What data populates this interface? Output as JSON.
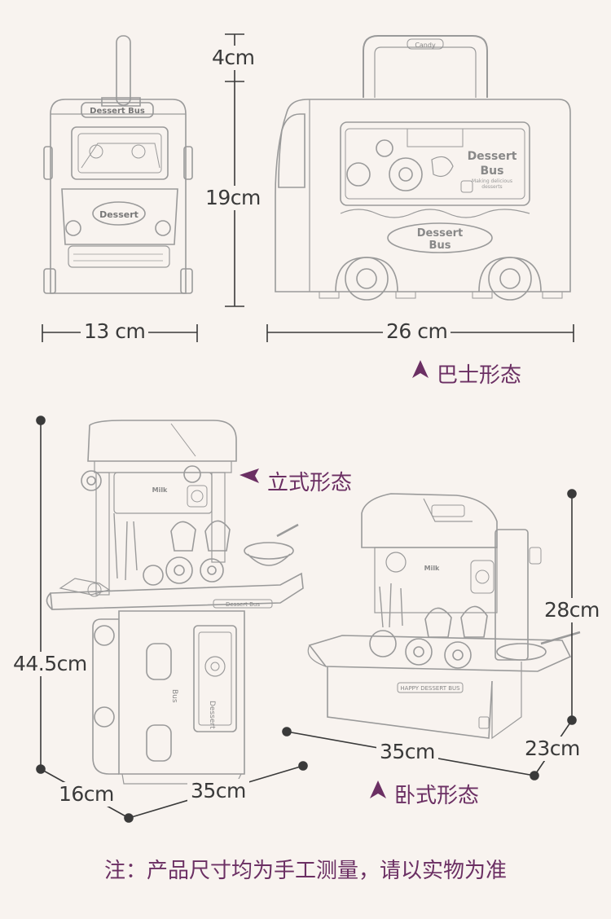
{
  "bus_mode": {
    "front_width": "13 cm",
    "side_width": "26 cm",
    "handle_height": "4cm",
    "body_height": "19cm",
    "label": "巴士形态",
    "front_sign": "Dessert Bus",
    "front_badge": "Dessert",
    "handle_brand": "Candy",
    "window_title_1": "Dessert",
    "window_title_2": "Bus",
    "window_subtitle_1": "Making delicious",
    "window_subtitle_2": "desserts",
    "side_badge_1": "Dessert",
    "side_badge_2": "Bus"
  },
  "standing_mode": {
    "label": "立式形态",
    "height": "44.5cm",
    "depth": "16cm",
    "width": "35cm",
    "panel_text_1": "Dessert",
    "panel_text_2": "Bus",
    "milk_label": "Milk",
    "counter_text": "Dessert Bus"
  },
  "lying_mode": {
    "label": "卧式形态",
    "height": "28cm",
    "width": "35cm",
    "depth": "23cm",
    "milk_label": "Milk",
    "counter_text": "HAPPY DESSERT BUS"
  },
  "footnote": "注：产品尺寸均为手工测量，请以实物为准",
  "colors": {
    "background": "#f8f3ef",
    "accent": "#6b2f63",
    "line": "#3a3a3a",
    "sketch": "#9a9a9a"
  }
}
